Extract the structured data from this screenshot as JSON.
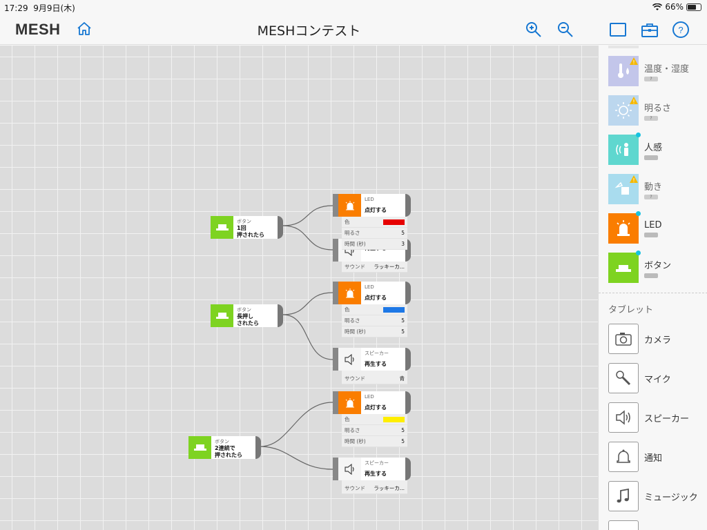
{
  "status": {
    "time": "17:29",
    "date": "9月9日(木)",
    "battery": "66%",
    "battery_level": 0.66
  },
  "nav": {
    "logo": "MESH",
    "title": "MESHコンテスト"
  },
  "colors": {
    "orange": "#fa7d00",
    "green": "#7ed321",
    "red": "#e60000",
    "blue": "#1e78e6",
    "yellow": "#ffee00",
    "cyan": "#17c3e0"
  },
  "canvas": {
    "buttons": [
      {
        "kind": "ボタン",
        "action": [
          "1回",
          "押されたら"
        ]
      },
      {
        "kind": "ボタン",
        "action": [
          "長押し",
          "されたら"
        ]
      },
      {
        "kind": "ボタン",
        "action": [
          "2連続で",
          "押されたら"
        ]
      }
    ],
    "leds": [
      {
        "kind": "LED",
        "action": "点灯する",
        "color_label": "色",
        "color": "#e60000",
        "brightness_label": "明るさ",
        "brightness": "5",
        "time_label": "時間 (秒)",
        "time": "3"
      },
      {
        "kind": "LED",
        "action": "点灯する",
        "color_label": "色",
        "color": "#1e78e6",
        "brightness_label": "明るさ",
        "brightness": "5",
        "time_label": "時間 (秒)",
        "time": "5"
      },
      {
        "kind": "LED",
        "action": "点灯する",
        "color_label": "色",
        "color": "#ffee00",
        "brightness_label": "明るさ",
        "brightness": "5",
        "time_label": "時間 (秒)",
        "time": "5"
      }
    ],
    "speakers": [
      {
        "kind": "",
        "action": "再生する",
        "sound_label": "サウンド",
        "sound": "ラッキーカ..."
      },
      {
        "kind": "スピーカー",
        "action": "再生する",
        "sound_label": "サウンド",
        "sound": "青"
      },
      {
        "kind": "スピーカー",
        "action": "再生する",
        "sound_label": "サウンド",
        "sound": "ラッキーカ..."
      }
    ]
  },
  "sidebar": {
    "tags": [
      {
        "label": "温度・湿度",
        "status": "?",
        "color": "#c3c6ea",
        "warning": true
      },
      {
        "label": "明るさ",
        "status": "?",
        "color": "#bcd7ee",
        "warning": true
      },
      {
        "label": "人感",
        "status": "",
        "color": "#5fd7cf",
        "connected": true
      },
      {
        "label": "動き",
        "status": "?",
        "color": "#a9dcee",
        "warning": true
      },
      {
        "label": "LED",
        "status": "",
        "color": "#fa7d00",
        "connected": true
      },
      {
        "label": "ボタン",
        "status": "",
        "color": "#7ed321",
        "connected": true
      }
    ],
    "section_title": "タブレット",
    "tablet": [
      {
        "label": "カメラ",
        "icon": "camera-icon"
      },
      {
        "label": "マイク",
        "icon": "microphone-icon"
      },
      {
        "label": "スピーカー",
        "icon": "speaker-icon"
      },
      {
        "label": "通知",
        "icon": "bell-icon"
      },
      {
        "label": "ミュージック",
        "icon": "music-icon"
      }
    ]
  }
}
